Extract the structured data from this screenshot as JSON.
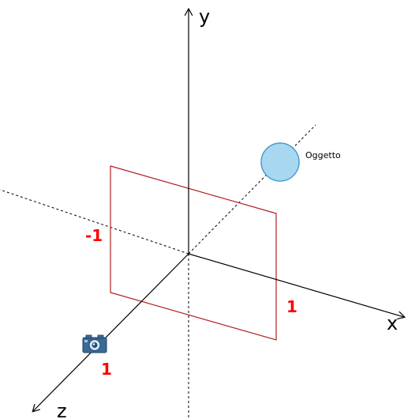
{
  "axes": {
    "y_label": "y",
    "x_label": "x",
    "z_label": "z"
  },
  "plane": {
    "left_label": "-1",
    "right_label": "1"
  },
  "camera": {
    "icon": "camera-icon",
    "z_label": "1"
  },
  "object": {
    "label": "Oggetto"
  },
  "colors": {
    "axis": "#000000",
    "plane": "#b22222",
    "label_red": "#ff0000",
    "object_fill": "#a8d8ef",
    "object_stroke": "#4a9ccc",
    "camera_body": "#3a6a96"
  }
}
